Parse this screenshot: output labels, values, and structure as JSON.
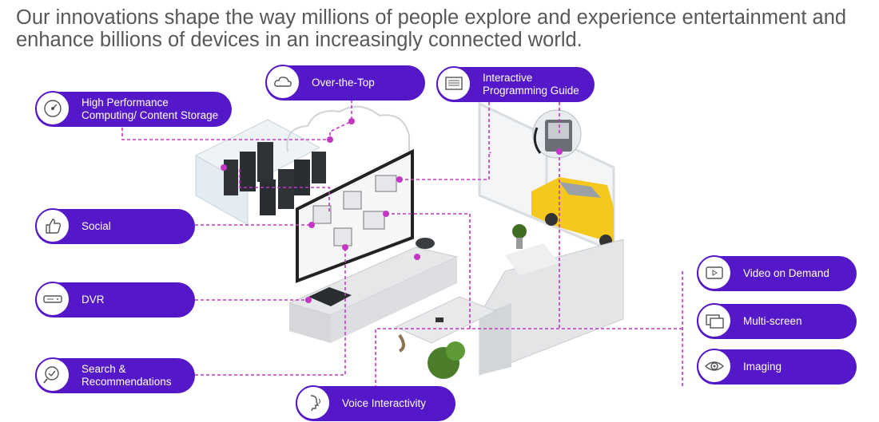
{
  "headline": "Our innovations shape the way millions of people explore and experience entertainment and enhance billions of devices in an increasingly connected world.",
  "accent_color": "#5418c8",
  "connector_color": "#c436c4",
  "features": {
    "hpc": {
      "label": "High Performance\nComputing/ Content Storage",
      "icon": "speedometer-icon"
    },
    "ott": {
      "label": "Over-the-Top",
      "icon": "cloud-icon"
    },
    "ipg": {
      "label": "Interactive\nProgramming Guide",
      "icon": "guide-screen-icon"
    },
    "social": {
      "label": "Social",
      "icon": "thumbs-up-icon"
    },
    "dvr": {
      "label": "DVR",
      "icon": "set-top-box-icon"
    },
    "search": {
      "label": "Search &\nRecommendations",
      "icon": "search-check-icon"
    },
    "voice": {
      "label": "Voice Interactivity",
      "icon": "speaking-head-icon"
    },
    "vod": {
      "label": "Video on Demand",
      "icon": "play-screen-icon"
    },
    "multiscreen": {
      "label": "Multi-screen",
      "icon": "multi-screen-icon"
    },
    "imaging": {
      "label": "Imaging",
      "icon": "eye-icon"
    }
  }
}
